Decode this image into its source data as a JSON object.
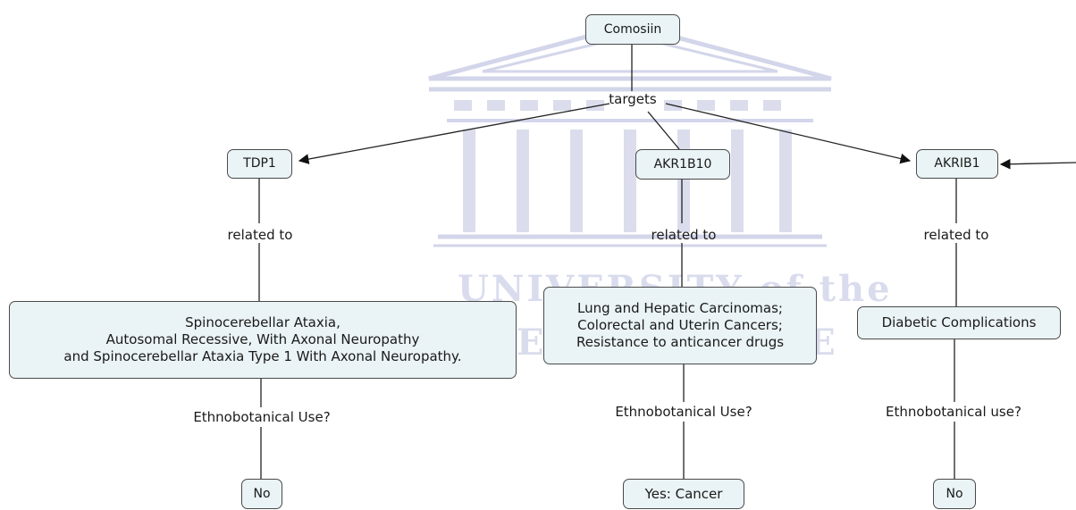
{
  "watermark": {
    "line1": "UNIVERSITY of the",
    "line2": "WESTERN CAPE"
  },
  "nodes": {
    "root": "Comosiin",
    "tdp1": "TDP1",
    "akr1b10": "AKR1B10",
    "akrib1": "AKRIB1",
    "ataxia": "Spinocerebellar Ataxia,\nAutosomal Recessive, With Axonal Neuropathy\nand Spinocerebellar Ataxia Type 1 With Axonal Neuropathy.",
    "cancers": "Lung and Hepatic Carcinomas;\nColorectal and Uterin Cancers;\nResistance to anticancer drugs",
    "diabetic": "Diabetic Complications",
    "no_left": "No",
    "yes_cancer": "Yes: Cancer",
    "no_right": "No"
  },
  "links": {
    "targets": "targets",
    "related_left": "related to",
    "related_mid": "related to",
    "related_right": "related to",
    "ethno_left": "Ethnobotanical Use?",
    "ethno_mid": "Ethnobotanical Use?",
    "ethno_right": "Ethnobotanical use?"
  }
}
